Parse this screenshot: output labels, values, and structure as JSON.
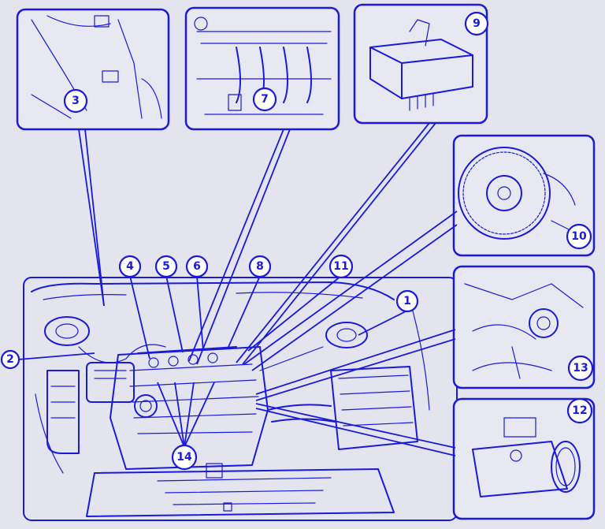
{
  "callouts": [
    {
      "id": "1",
      "label": "1"
    },
    {
      "id": "2",
      "label": "2"
    },
    {
      "id": "3",
      "label": "3"
    },
    {
      "id": "4",
      "label": "4"
    },
    {
      "id": "5",
      "label": "5"
    },
    {
      "id": "6",
      "label": "6"
    },
    {
      "id": "7",
      "label": "7"
    },
    {
      "id": "8",
      "label": "8"
    },
    {
      "id": "9",
      "label": "9"
    },
    {
      "id": "10",
      "label": "10"
    },
    {
      "id": "11",
      "label": "11"
    },
    {
      "id": "12",
      "label": "12"
    },
    {
      "id": "13",
      "label": "13"
    },
    {
      "id": "14",
      "label": "14"
    }
  ],
  "colors": {
    "ink": "#1a1ad8",
    "background": "#e4e4ee"
  }
}
